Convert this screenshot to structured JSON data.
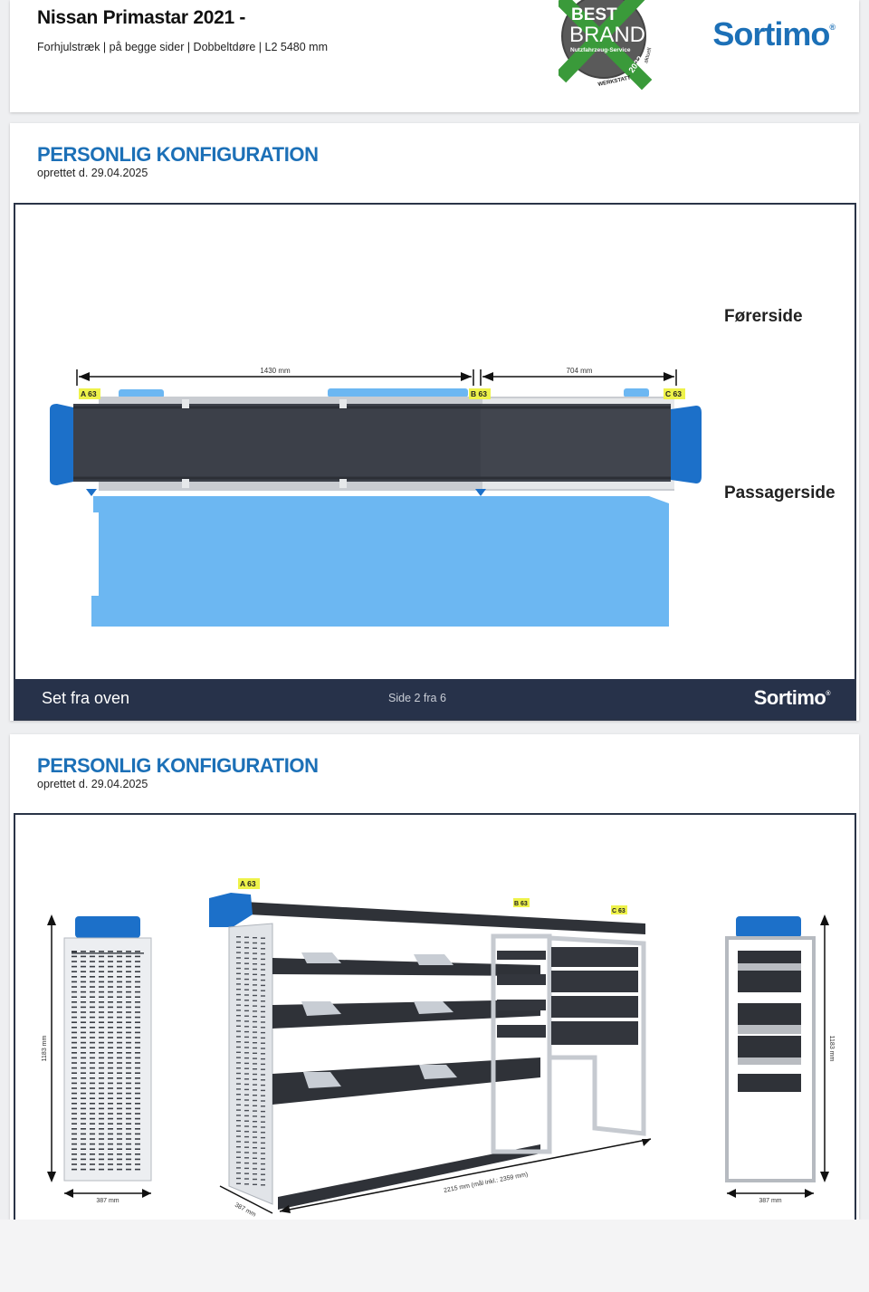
{
  "header": {
    "title": "Nissan Primastar 2021 -",
    "subtitle": "Forhjulstræk | på begge sider | Dobbeltdøre | L2 5480 mm",
    "brand": "Sortimo",
    "badge": {
      "line1": "BEST",
      "line2": "BRAND",
      "line3": "Nutzfahrzeug-Service",
      "year": "2022",
      "extra1": "aktuell",
      "extra2": "WERKSTATT"
    }
  },
  "section1": {
    "title": "PERSONLIG KONFIGURATION",
    "date": "oprettet d. 29.04.2025",
    "driver_side": "Førerside",
    "passenger_side": "Passagerside",
    "dims": [
      "1430 mm",
      "704 mm"
    ],
    "markers": [
      "A 63",
      "B 63",
      "C 63"
    ],
    "footer": {
      "view": "Set fra oven",
      "page": "Side 2 fra 6",
      "brand": "Sortimo"
    }
  },
  "section2": {
    "title": "PERSONLIG KONFIGURATION",
    "date": "oprettet d. 29.04.2025",
    "markers": [
      "A 63",
      "B 63",
      "C 63"
    ],
    "left_height": "1183 mm",
    "left_width": "387 mm",
    "right_height": "1183 mm",
    "right_width": "387 mm",
    "length": "2215 mm (mål inkl.: 2359 mm)",
    "depth": "387 mm"
  },
  "colors": {
    "brand_blue": "#1c70b7",
    "footer_navy": "#27324a",
    "van_blue": "#6cb7f2",
    "marker_yellow": "#eef24a",
    "shelf_dark": "#3c4049"
  }
}
